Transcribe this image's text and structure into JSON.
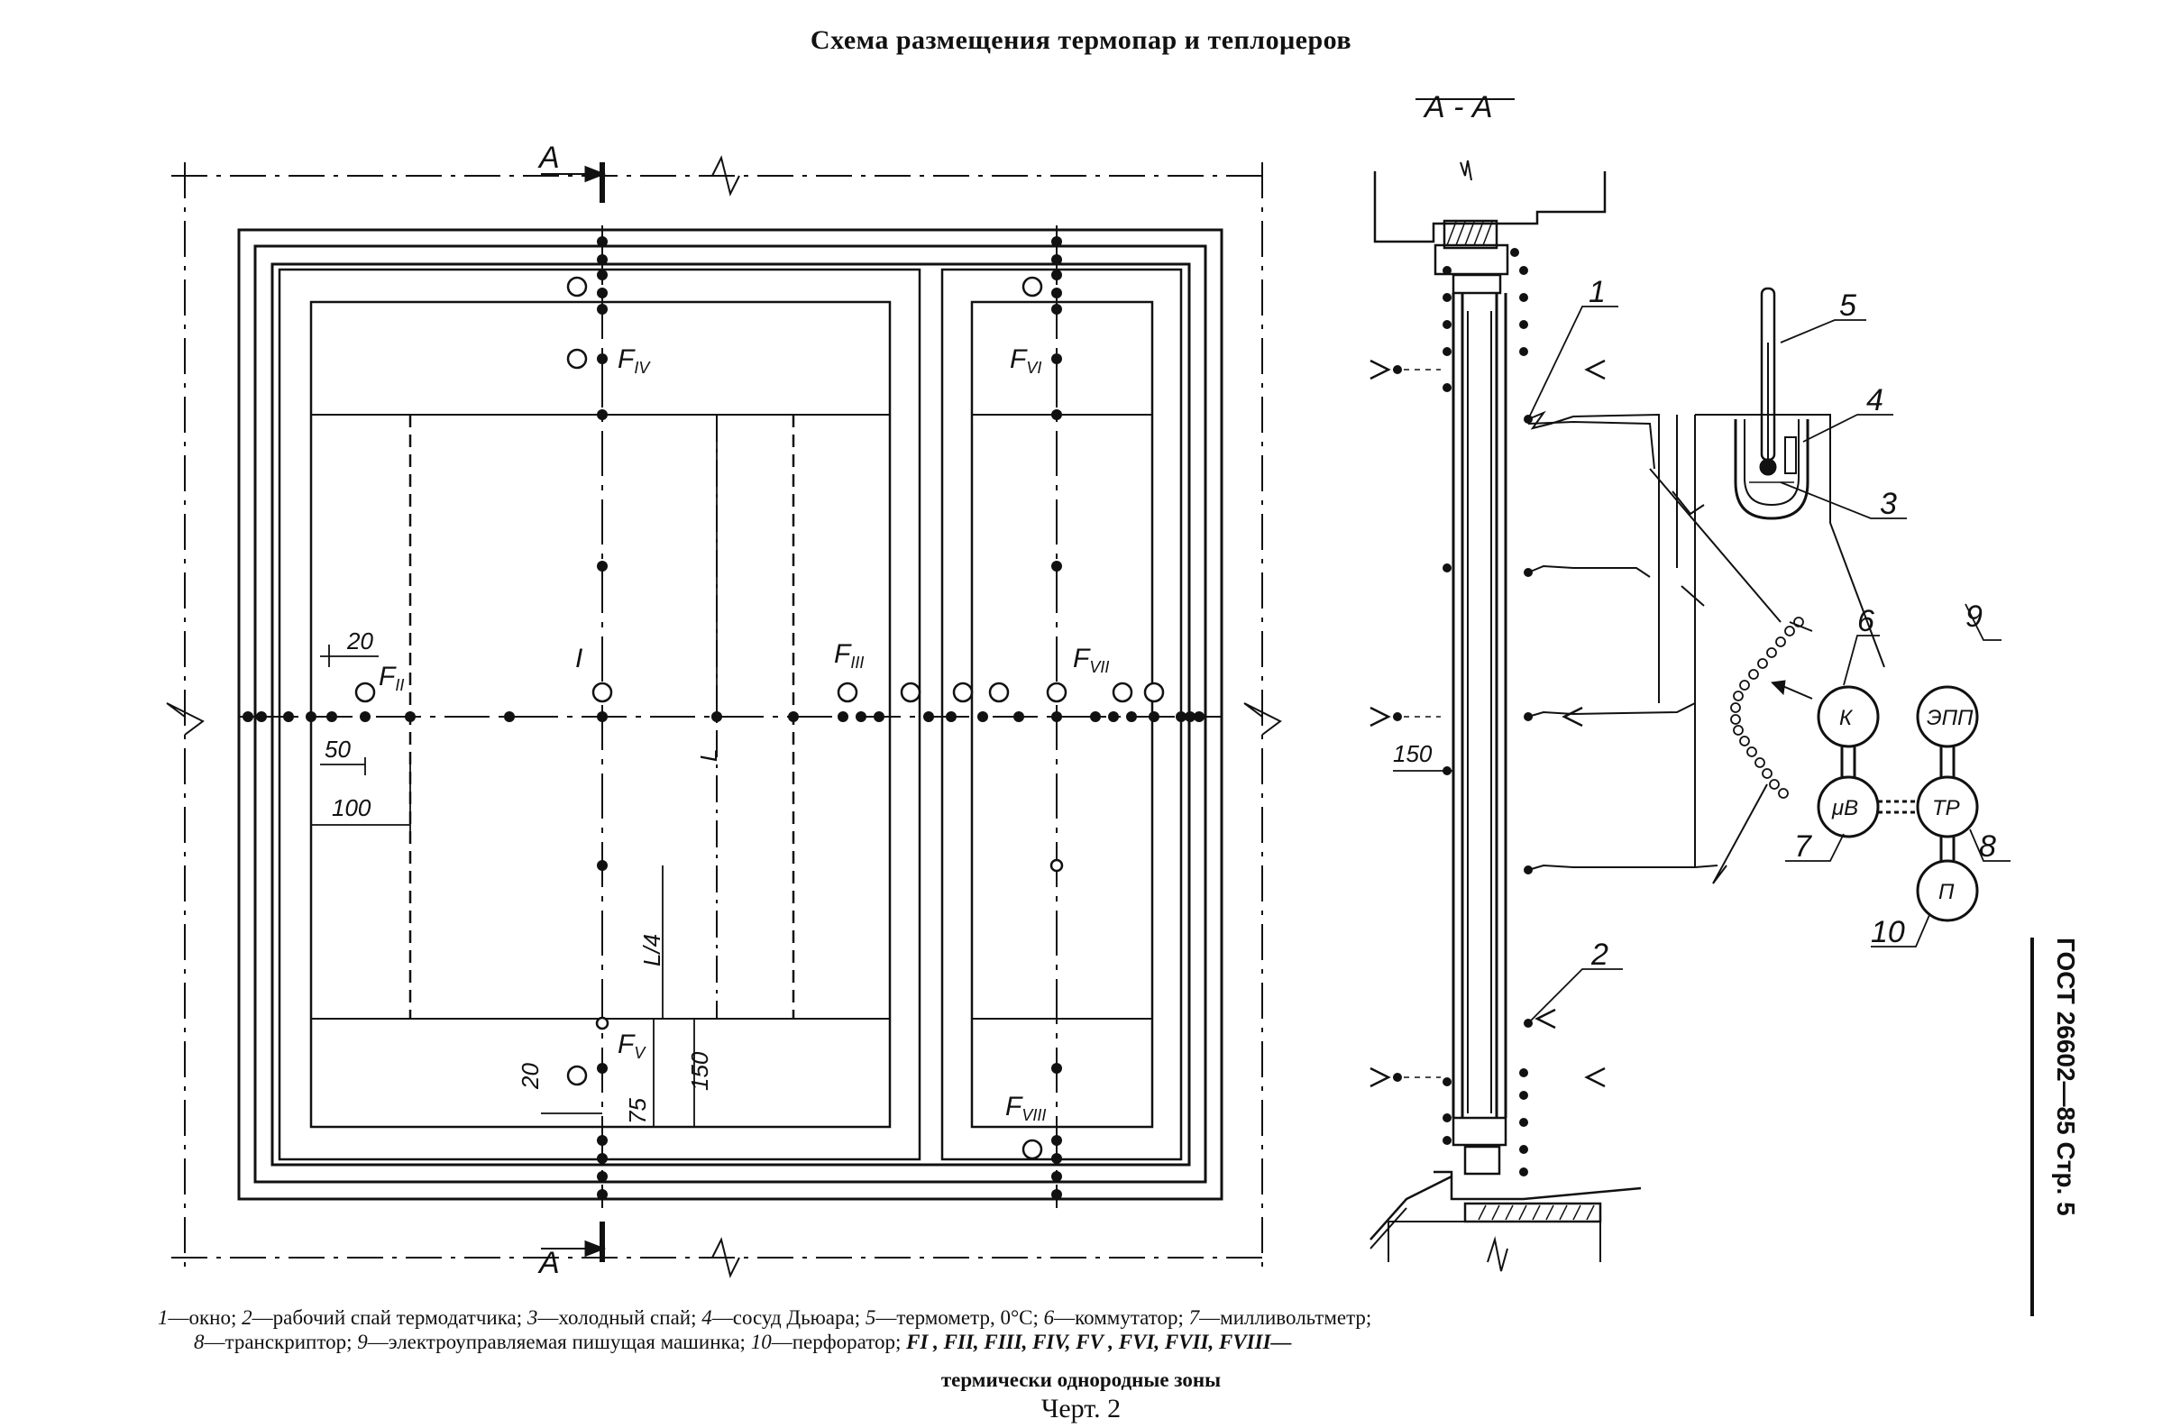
{
  "title": "Схема размещения термопар и теплομеров",
  "section_label": "А - А",
  "cut_marker": "А",
  "dimensions": {
    "d20a": "20",
    "d50": "50",
    "d100": "100",
    "dL": "L",
    "dL4": "L/4",
    "d20b": "20",
    "d75": "75",
    "d150a": "150",
    "d150b": "150"
  },
  "zones": {
    "F": "F",
    "z1": "I",
    "z2": "II",
    "z3": "III",
    "z4": "IV",
    "z5": "V",
    "z6": "VI",
    "z7": "VII",
    "z8": "VIII"
  },
  "device_labels": {
    "k": "К",
    "mkv": "μВ",
    "tr": "ТР",
    "epp": "ЭПП",
    "p": "П"
  },
  "callouts": [
    "1",
    "2",
    "3",
    "4",
    "5",
    "6",
    "7",
    "8",
    "9",
    "10"
  ],
  "legend": {
    "l1_n": "1",
    "l1_t": "—окно;",
    "l2_n": "2",
    "l2_t": "—рабочий спай термодатчика;",
    "l3_n": "3",
    "l3_t": "—холодный спай;",
    "l4_n": "4",
    "l4_t": "—сосуд Дьюара;",
    "l5_n": "5",
    "l5_t": "—термометр, 0°С;",
    "l6_n": "6",
    "l6_t": "—коммутатор;",
    "l7_n": "7",
    "l7_t": "—милливольтметр;",
    "l8_n": "8",
    "l8_t": "—транскриптор;",
    "l9_n": "9",
    "l9_t": "—электроуправляемая пишущая машинка;",
    "l10_n": "10",
    "l10_t": "—перфоратор;",
    "zones_list": "FI , FII, FIII, FIV, FV , FVI, FVII, FVIII—"
  },
  "caption_zones": "термически однородные зоны",
  "caption_fig": "Черт. 2",
  "gost_ref": "ГОСТ 26602—85 Стр. 5"
}
